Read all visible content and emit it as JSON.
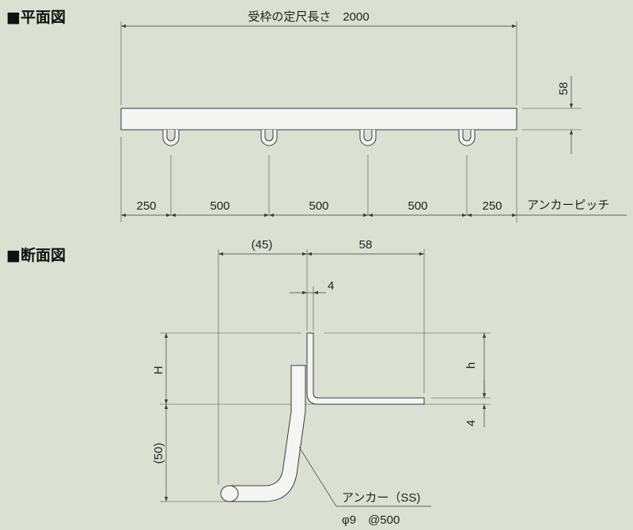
{
  "plan": {
    "title": "■平面図",
    "total_label": "受枠の定尺長さ　2000",
    "height_58": "58",
    "pitches": [
      "250",
      "500",
      "500",
      "500",
      "250"
    ],
    "pitch_label": "アンカーピッチ"
  },
  "section": {
    "title": "■断面図",
    "dim_45": "(45)",
    "dim_58": "58",
    "dim_4_top": "4",
    "H": "H",
    "h": "h",
    "dim_4_right": "4",
    "dim_50": "(50)",
    "anchor_label": "アンカー（SS)",
    "anchor_spec": "φ9　@500"
  }
}
